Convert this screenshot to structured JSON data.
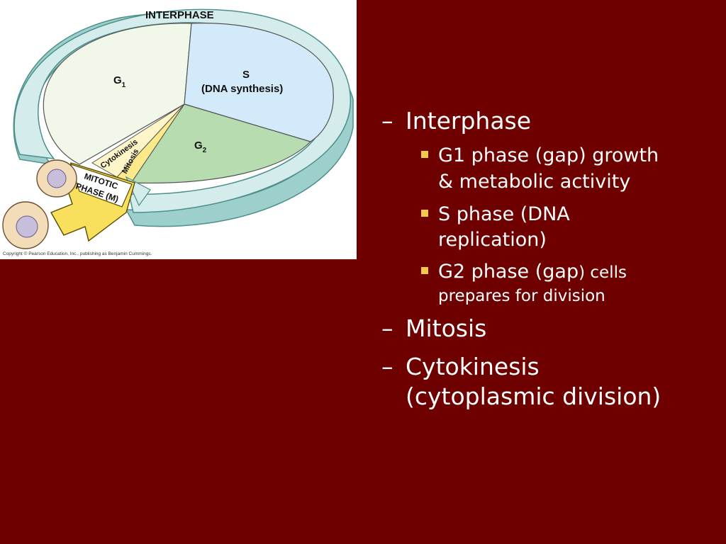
{
  "figure": {
    "labels": {
      "interphase": "INTERPHASE",
      "g1_main": "G",
      "g1_sub": "1",
      "s_phase": "S",
      "dna_synthesis": "(DNA synthesis)",
      "g2_main": "G",
      "g2_sub": "2",
      "cytokinesis": "Cytokinesis",
      "mitosis": "Mitosis",
      "mitotic": "MITOTIC",
      "phase_m": "PHASE (M)"
    },
    "copyright": "Copyright © Pearson Education, Inc., publishing as Benjamin Cummings.",
    "colors": {
      "g1": "#f1f7e9",
      "s": "#d3eafb",
      "g2": "#b7dcb0",
      "ring": "#d4eceb",
      "ring_side": "#9dd0cc",
      "mitotic": "#f8df5c",
      "cell": "#f3dcb8",
      "nucleus": "#c7bedb"
    }
  },
  "bullets": {
    "interphase": "Interphase",
    "g1_line1": "G1 phase (gap) growth",
    "g1_line2": "& metabolic activity",
    "s_line1": "S phase (DNA",
    "s_line2": "replication)",
    "g2_part1": "G2 phase (gap",
    "g2_part2": ") cells",
    "g2_line2": "prepares for division",
    "mitosis": "Mitosis",
    "cytokinesis_line1": "Cytokinesis",
    "cytokinesis_line2": "(cytoplasmic division)",
    "dash": "–"
  },
  "colors": {
    "background": "#6e0000",
    "text": "#ffffff",
    "bullet_square": "#f2c94c"
  }
}
